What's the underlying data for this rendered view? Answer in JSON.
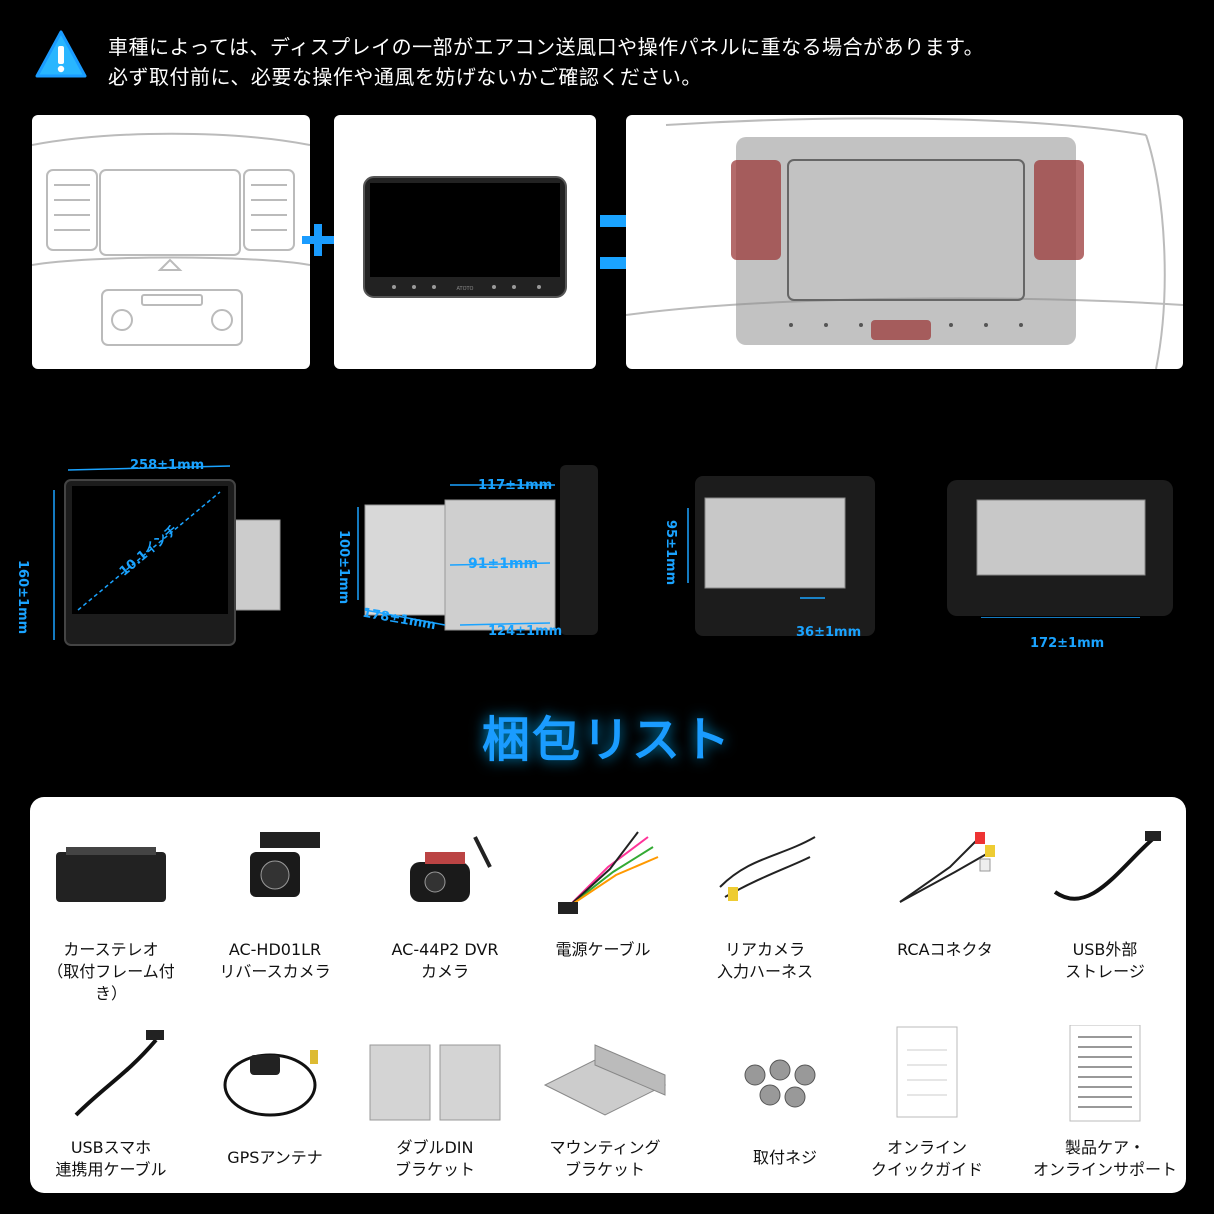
{
  "warning": {
    "line1": "車種によっては、ディスプレイの一部がエアコン送風口や操作パネルに重なる場合があります。",
    "line2": "必ず取付前に、必要な操作や通風を妨げないかご確認ください。",
    "icon": "warning-triangle-icon"
  },
  "dimensions": {
    "width": "258±1mm",
    "height": "160±1mm",
    "diagonal": "10.1インチ",
    "frame_width": "117±1mm",
    "frame_height": "100±1mm",
    "inner": "91±1mm",
    "depth": "178±1mm",
    "bracket": "124±1mm",
    "body_height": "95±1mm",
    "body_depth": "36±1mm",
    "body_width": "172±1mm"
  },
  "brand_mark": "ATOTO",
  "package": {
    "title": "梱包リスト",
    "items_row1": [
      {
        "line1": "カーステレオ",
        "line2": "（取付フレーム付き）"
      },
      {
        "line1": "AC-HD01LR",
        "line2": "リバースカメラ"
      },
      {
        "line1": "AC-44P2 DVR",
        "line2": "カメラ"
      },
      {
        "line1": "電源ケーブル",
        "line2": ""
      },
      {
        "line1": "リアカメラ",
        "line2": "入力ハーネス"
      },
      {
        "line1": "RCAコネクタ",
        "line2": ""
      },
      {
        "line1": "USB外部",
        "line2": "ストレージ"
      }
    ],
    "items_row2": [
      {
        "line1": "USBスマホ",
        "line2": "連携用ケーブル"
      },
      {
        "line1": "GPSアンテナ",
        "line2": ""
      },
      {
        "line1": "ダブルDIN",
        "line2": "ブラケット"
      },
      {
        "line1": "マウンティング",
        "line2": "ブラケット"
      },
      {
        "line1": "取付ネジ",
        "line2": ""
      },
      {
        "line1": "オンライン",
        "line2": "クイックガイド"
      },
      {
        "line1": "製品ケア・",
        "line2": "オンラインサポート"
      }
    ]
  },
  "colors": {
    "accent": "#1a9cff",
    "warning_red": "#9b3a3a"
  }
}
